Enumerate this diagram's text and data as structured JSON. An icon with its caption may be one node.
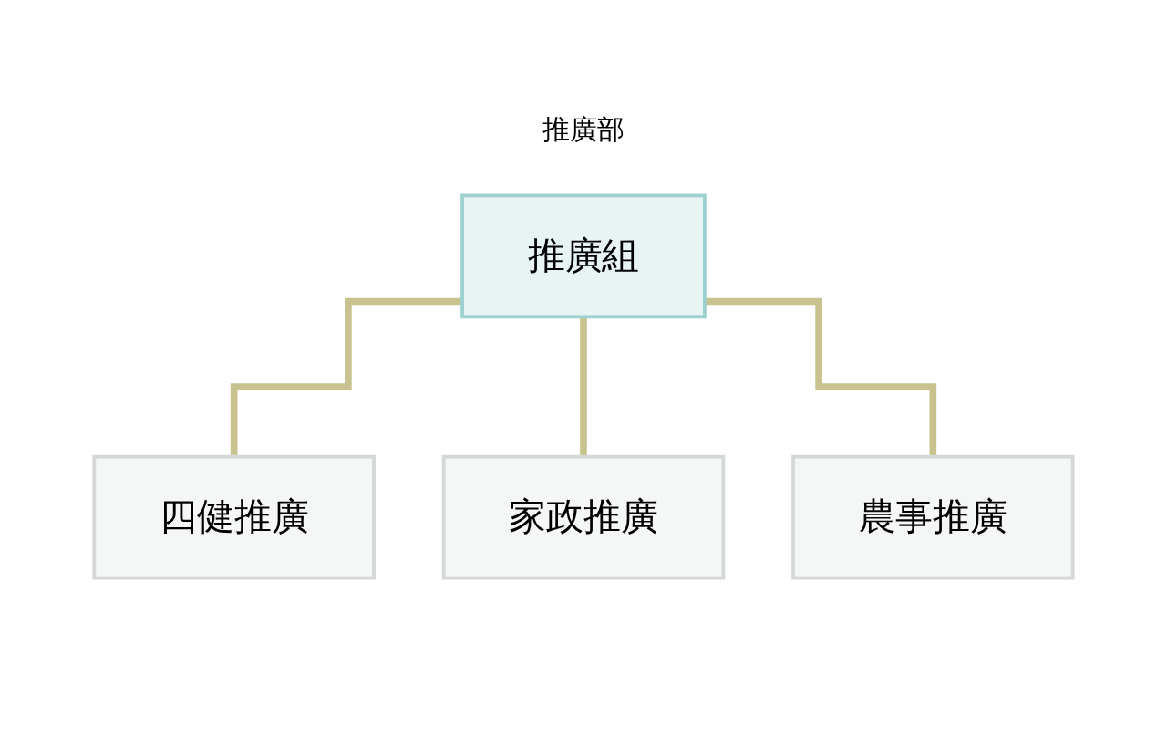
{
  "diagram": {
    "title": "推廣部",
    "nodes": [
      {
        "text": [
          "推廣組"
        ]
      },
      {
        "text": [
          "四健推廣"
        ]
      },
      {
        "text": [
          "家政推廣"
        ]
      },
      {
        "text": [
          "農事推廣"
        ]
      }
    ],
    "edges": [
      {
        "from": 0,
        "to": 1,
        "arrow": "none"
      },
      {
        "from": 0,
        "to": 2,
        "arrow": "none"
      },
      {
        "from": 0,
        "to": 3,
        "arrow": "none"
      }
    ]
  }
}
